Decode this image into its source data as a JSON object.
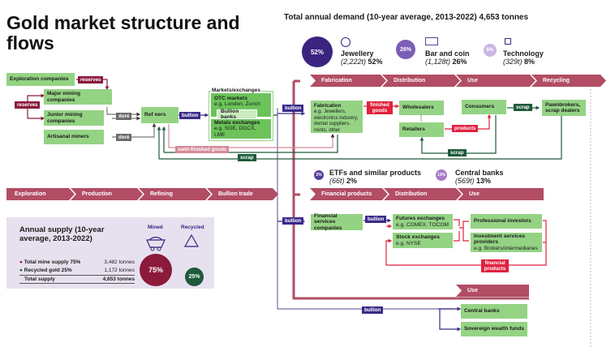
{
  "title": "Gold market structure and flows",
  "demand": {
    "title": "Total annual demand (10-year average, 2013-2022) 4,653 tonnes",
    "segments": [
      {
        "name": "Jewellery",
        "tonnes": "(2,222t)",
        "pct": "52%",
        "circle": "52%",
        "icon": "jewellery-icon",
        "color": "#3b2480"
      },
      {
        "name": "Bar and coin",
        "tonnes": "(1,128t)",
        "pct": "26%",
        "circle": "26%",
        "icon": "bar-coin-icon",
        "color": "#7a5fb5"
      },
      {
        "name": "Technology",
        "tonnes": "(329t)",
        "pct": "8%",
        "circle": "8%",
        "icon": "chip-icon",
        "color": "#cdb6e3"
      },
      {
        "name": "ETFs and similar products",
        "tonnes": "(66t)",
        "pct": "2%",
        "circle": "2%",
        "color": "#5a3e9e"
      },
      {
        "name": "Central banks",
        "tonnes": "(569t)",
        "pct": "13%",
        "circle": "13%",
        "color": "#a978c9"
      }
    ]
  },
  "stages": {
    "top": [
      "Fabrication",
      "Distribution",
      "Use",
      "Recycling"
    ],
    "supply": [
      "Exploration",
      "Production",
      "Refining",
      "Bullion trade"
    ],
    "financial": [
      "Financial products",
      "Distribution",
      "Use"
    ],
    "official": "Use"
  },
  "nodes": {
    "exploration": "Exploration companies",
    "major": "Major mining companies",
    "junior": "Junior mining companies",
    "artisanal": "Artisanal miners",
    "refiners": "Ref ners",
    "markets_label": "Markets/exchanges",
    "otc": "OTC markets",
    "otc_sub": "e.g. London, Zurich",
    "bullion_banks": "Bullion banks",
    "metals": "Metals exchanges",
    "metals_sub": "e.g. SGE, DGCX, LME",
    "fabrication": "Fabrication",
    "fabrication_sub": "e.g. Jewellers, electronics industry, dental suppliers, mints, other",
    "wholesalers": "Wholesalers",
    "retailers": "Retailers",
    "consumers": "Consumers",
    "pawnbrokers": "Pawnbrokers, scrap dealers",
    "fin_services": "Financial services companies",
    "futures": "Futures exchanges",
    "futures_sub": "e.g. COMEX, TOCOM",
    "stock": "Stock exchanges",
    "stock_sub": "e.g. NYSE",
    "pro_investors": "Professional investors",
    "inv_services": "Investment services providers",
    "inv_services_sub": "e.g. Brokers/intermediaries",
    "central_banks": "Central banks",
    "swf": "Sovereign wealth funds"
  },
  "flow_labels": {
    "reserves": "reserves",
    "dore": "doré",
    "bullion": "bullion",
    "finished_goods": "finished goods",
    "products": "products",
    "scrap": "scrap",
    "semi_finished": "semi-finished goods",
    "financial_products": "financial products"
  },
  "supply": {
    "title": "Annual supply (10-year average, 2013-2022)",
    "mined_label": "Mined",
    "recycled_label": "Recycled",
    "mined_pct": "75%",
    "recycled_pct": "25%",
    "rows": [
      {
        "label": "Total mine supply 75%",
        "value": "3,482 tonnes",
        "color": "#8b1a3b"
      },
      {
        "label": "Recycled gold 25%",
        "value": "1,172 tonnes",
        "color": "#1d5a3a"
      },
      {
        "label": "Total supply",
        "value": "4,653 tonnes"
      }
    ]
  }
}
